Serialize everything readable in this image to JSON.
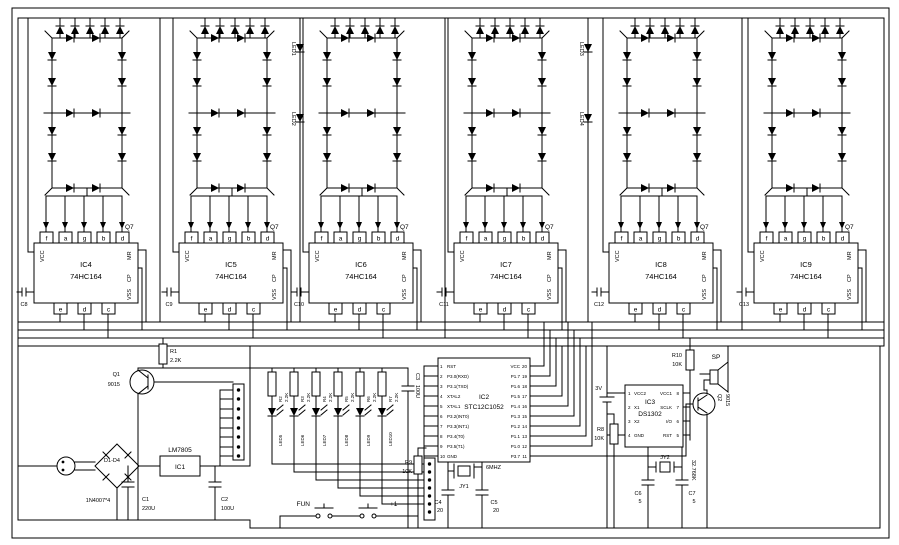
{
  "schematic": {
    "kind": "LED digital clock circuit schematic",
    "ink": "#000000",
    "bg": "#ffffff"
  },
  "display": {
    "segment_pins_top": [
      "f",
      "a",
      "g",
      "b",
      "d"
    ],
    "segment_pins_bottom": [
      "e",
      "d",
      "c"
    ],
    "shared_pin_labels": {
      "vcc": "VCC",
      "mr": "MR",
      "cp": "CP",
      "vss": "VSS",
      "q7": "Q7"
    },
    "colon_leds": [
      {
        "ref": "LED1"
      },
      {
        "ref": "LED2"
      },
      {
        "ref": "LED3"
      },
      {
        "ref": "LED4"
      }
    ]
  },
  "shift_registers": [
    {
      "ref": "IC4",
      "part": "74HC164",
      "cap": "C8"
    },
    {
      "ref": "IC5",
      "part": "74HC164",
      "cap": "C9"
    },
    {
      "ref": "IC6",
      "part": "74HC164",
      "cap": "C10"
    },
    {
      "ref": "IC7",
      "part": "74HC164",
      "cap": "C11"
    },
    {
      "ref": "IC8",
      "part": "74HC164",
      "cap": "C12"
    },
    {
      "ref": "IC9",
      "part": "74HC164",
      "cap": "C13"
    }
  ],
  "power": {
    "q1": {
      "ref": "Q1",
      "part": "9015"
    },
    "r1": {
      "ref": "R1",
      "value": "2.2K"
    },
    "bridge": {
      "ref": "D1-D4",
      "part": "1N4007*4"
    },
    "ic1": {
      "ref": "IC1",
      "part": "LM7805"
    },
    "c1": {
      "ref": "C1",
      "value": "220U"
    },
    "c2": {
      "ref": "C2",
      "value": "100U"
    }
  },
  "segment_drivers": {
    "resistors": [
      {
        "ref": "R2",
        "value": "2.2K"
      },
      {
        "ref": "R3",
        "value": "2.2K"
      },
      {
        "ref": "R4",
        "value": "2.2K"
      },
      {
        "ref": "R5",
        "value": "2.2K"
      },
      {
        "ref": "R6",
        "value": "2.2K"
      },
      {
        "ref": "R7",
        "value": "2.2K"
      }
    ],
    "leds": [
      {
        "ref": "LED5"
      },
      {
        "ref": "LED6"
      },
      {
        "ref": "LED7"
      },
      {
        "ref": "LED8"
      },
      {
        "ref": "LED9"
      },
      {
        "ref": "LED10"
      }
    ],
    "c3": {
      "ref": "C3",
      "value": "100U"
    }
  },
  "mcu": {
    "ref": "IC2",
    "part": "STC12C1052",
    "left_pins": [
      {
        "num": "1",
        "name": "RST"
      },
      {
        "num": "2",
        "name": "P3.0(RXD)"
      },
      {
        "num": "3",
        "name": "P3.1(TXD)"
      },
      {
        "num": "4",
        "name": "XTAL2"
      },
      {
        "num": "5",
        "name": "XTAL1"
      },
      {
        "num": "6",
        "name": "P3.2(INT0)"
      },
      {
        "num": "7",
        "name": "P3.3(INT1)"
      },
      {
        "num": "8",
        "name": "P3.4(T0)"
      },
      {
        "num": "9",
        "name": "P3.5(T1)"
      },
      {
        "num": "10",
        "name": "GND"
      }
    ],
    "right_pins": [
      {
        "num": "20",
        "name": "VCC"
      },
      {
        "num": "19",
        "name": "P1.7"
      },
      {
        "num": "18",
        "name": "P1.6"
      },
      {
        "num": "17",
        "name": "P1.5"
      },
      {
        "num": "16",
        "name": "P1.4"
      },
      {
        "num": "15",
        "name": "P1.3"
      },
      {
        "num": "14",
        "name": "P1.2"
      },
      {
        "num": "13",
        "name": "P1.1"
      },
      {
        "num": "12",
        "name": "P1.0"
      },
      {
        "num": "11",
        "name": "P3.7"
      }
    ],
    "xtal": {
      "ref": "JY1",
      "value": "6MHZ"
    },
    "c4": {
      "ref": "C4",
      "value": "20"
    },
    "c5": {
      "ref": "C5",
      "value": "20"
    },
    "r9": {
      "ref": "R9",
      "value": "10K"
    }
  },
  "buttons": {
    "fun": {
      "label": "FUN"
    },
    "plus": {
      "label": "+1"
    }
  },
  "rtc": {
    "ref": "IC3",
    "part": "DS1302",
    "battery": "3V",
    "pins": {
      "left": [
        {
          "num": "1",
          "name": "VCC2"
        },
        {
          "num": "2",
          "name": "X1"
        },
        {
          "num": "3",
          "name": "X2"
        },
        {
          "num": "4",
          "name": "GND"
        }
      ],
      "right": [
        {
          "num": "8",
          "name": "VCC1"
        },
        {
          "num": "7",
          "name": "SCLK"
        },
        {
          "num": "6",
          "name": "I/O"
        },
        {
          "num": "5",
          "name": "RST"
        }
      ]
    },
    "xtal": {
      "ref": "JY2",
      "value": "32.768K"
    },
    "c6": {
      "ref": "C6",
      "value": "5"
    },
    "c7": {
      "ref": "C7",
      "value": "5"
    },
    "r8": {
      "ref": "R8",
      "value": "10K"
    }
  },
  "buzzer": {
    "r10": {
      "ref": "R10",
      "value": "10K"
    },
    "sp": {
      "label": "SP"
    },
    "q2": {
      "ref": "Q2",
      "part": "9015"
    }
  }
}
